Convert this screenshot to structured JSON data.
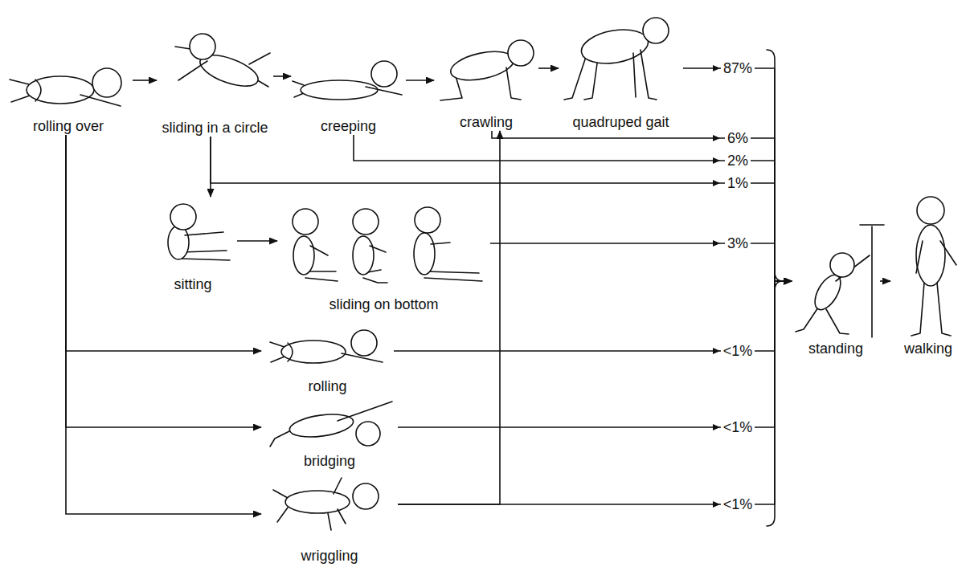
{
  "diagram": {
    "nodes": [
      {
        "text": [
          "rolling over"
        ]
      },
      {
        "text": [
          "sliding in a circle"
        ]
      },
      {
        "text": [
          "creeping"
        ]
      },
      {
        "text": [
          "crawling"
        ]
      },
      {
        "text": [
          "quadruped gait"
        ]
      },
      {
        "text": [
          "sitting"
        ]
      },
      {
        "text": [
          "sliding on bottom"
        ]
      },
      {
        "text": [
          "rolling"
        ]
      },
      {
        "text": [
          "bridging"
        ]
      },
      {
        "text": [
          "wriggling"
        ]
      },
      {
        "text": [
          "standing"
        ]
      },
      {
        "text": [
          "walking"
        ]
      }
    ],
    "edges": [
      {
        "from": 0,
        "to": 1,
        "arrow": "to"
      },
      {
        "from": 1,
        "to": 2,
        "arrow": "to"
      },
      {
        "from": 2,
        "to": 3,
        "arrow": "to"
      },
      {
        "from": 3,
        "to": 4,
        "arrow": "to"
      },
      {
        "from": 4,
        "to": 10,
        "arrow": "to",
        "label": "87%"
      },
      {
        "from": 3,
        "to": 10,
        "arrow": "to",
        "label": "6%"
      },
      {
        "from": 2,
        "to": 10,
        "arrow": "to",
        "label": "2%"
      },
      {
        "from": 1,
        "to": 10,
        "arrow": "to",
        "label": "1%"
      },
      {
        "from": 1,
        "to": 5,
        "arrow": "to"
      },
      {
        "from": 5,
        "to": 6,
        "arrow": "to"
      },
      {
        "from": 6,
        "to": 10,
        "arrow": "to",
        "label": "3%"
      },
      {
        "from": 0,
        "to": 7,
        "arrow": "to"
      },
      {
        "from": 0,
        "to": 8,
        "arrow": "to"
      },
      {
        "from": 0,
        "to": 9,
        "arrow": "to"
      },
      {
        "from": 7,
        "to": 10,
        "arrow": "to",
        "label": "<1%"
      },
      {
        "from": 8,
        "to": 10,
        "arrow": "to",
        "label": "<1%"
      },
      {
        "from": 9,
        "to": 10,
        "arrow": "to",
        "label": "<1%"
      },
      {
        "from": 9,
        "to": 3,
        "arrow": "to"
      },
      {
        "from": 10,
        "to": 11,
        "arrow": "to"
      }
    ]
  }
}
